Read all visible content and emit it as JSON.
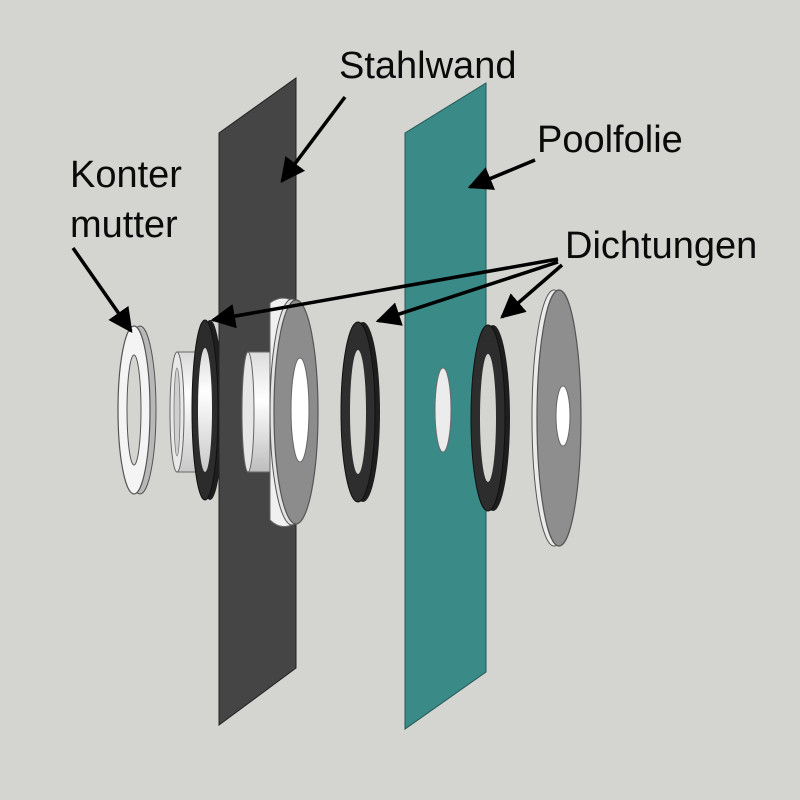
{
  "labels": {
    "stahlwand": "Stahlwand",
    "poolfolie": "Poolfolie",
    "konter_line1": "Konter",
    "konter_line2": "mutter",
    "dichtungen": "Dichtungen"
  },
  "colors": {
    "background": "#d4d4d0",
    "steel_wall": "#454545",
    "pool_liner": "#3a8a88",
    "gasket": "#2a2a2a",
    "flange_face": "#8c8c8c",
    "nut_white": "#f4f4f4",
    "arrow": "#000000"
  }
}
